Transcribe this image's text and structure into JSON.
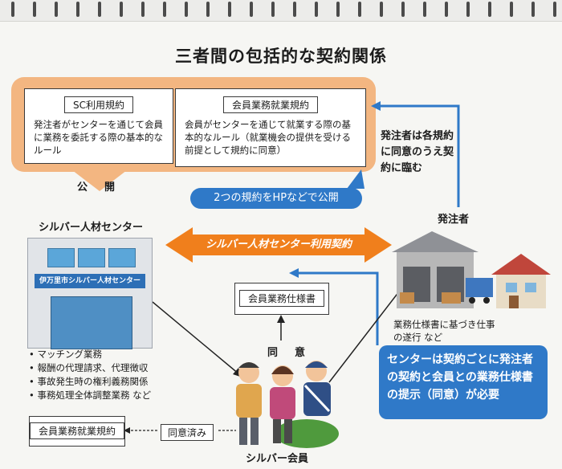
{
  "title": "三者間の包括的な契約関係",
  "sc_rules": {
    "label": "SC利用規約",
    "body": "発注者がセンターを通じて会員に業務を委託する際の基本的なルール"
  },
  "member_rules": {
    "label": "会員業務就業規約",
    "body": "会員がセンターを通じて就業する際の基本的なルール（就業機会の提供を受ける前提として規約に同意）"
  },
  "publish_label": "公　開",
  "publish_banner": "2つの規約をHPなどで公開",
  "client_agreement": "発注者は各規約に同意のうえ契約に臨む",
  "center_label": "シルバー人材センター",
  "center_sign": "伊万里市シルバー人材センター",
  "client_label": "発注者",
  "contract_label": "シルバー人材センター利用契約",
  "spec_doc": "会員業務仕様書",
  "agree_label": "同　意",
  "duties": [
    "マッチング業務",
    "報酬の代理請求、代理徴収",
    "事故発生時の権利義務関係",
    "事務処理全体調整業務 など"
  ],
  "selected_doc": "会員業務就業規約",
  "consented_label": "同意済み",
  "work_execution": "業務仕様書に基づき仕事の遂行 など",
  "center_note": "センターは契約ごとに発注者の契約と会員との業務仕様書の提示（同意）が必要",
  "member_label": "シルバー会員",
  "colors": {
    "orange_panel": "#f3b681",
    "orange_arrow": "#f07f1c",
    "blue": "#2f79c8"
  }
}
